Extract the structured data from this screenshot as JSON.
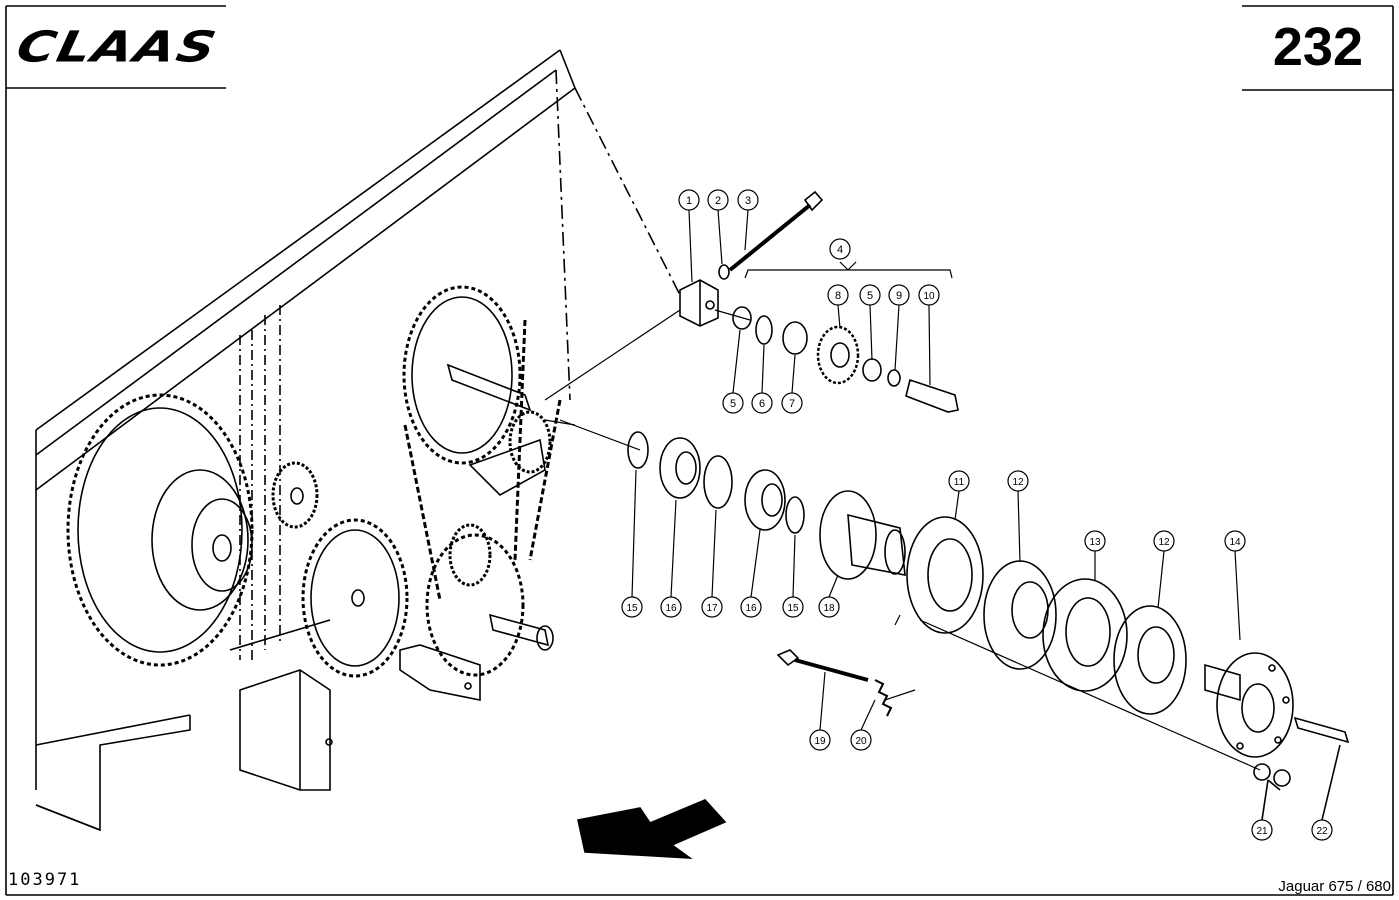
{
  "header": {
    "brand": "CLAAS",
    "page_number": "232"
  },
  "footer": {
    "drawing_number": "103971",
    "model": "Jaguar 675 / 680"
  },
  "callouts": [
    "1",
    "2",
    "3",
    "4",
    "5",
    "5",
    "6",
    "7",
    "8",
    "9",
    "10",
    "11",
    "12",
    "12",
    "13",
    "14",
    "15",
    "15",
    "16",
    "16",
    "17",
    "18",
    "19",
    "20",
    "21",
    "22"
  ]
}
